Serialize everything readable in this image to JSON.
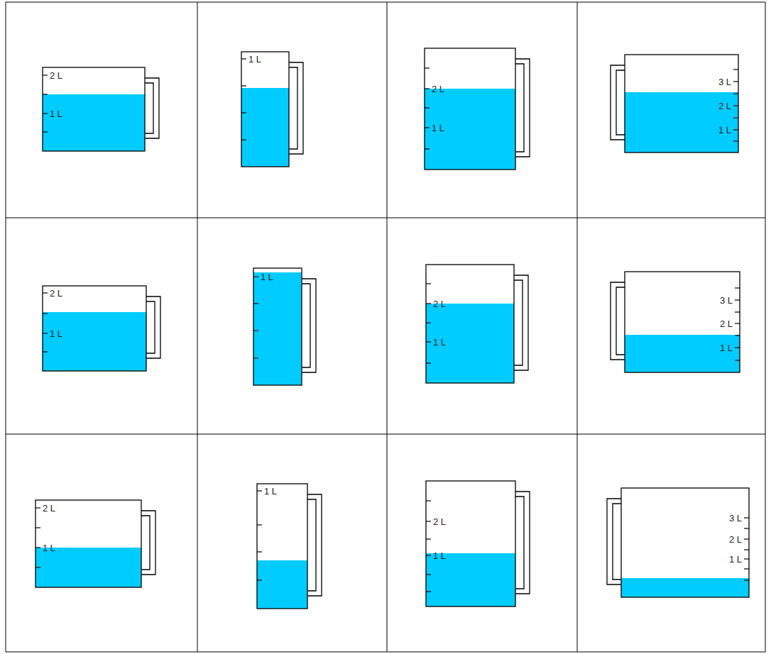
{
  "diagram": {
    "labels": [
      "2 L",
      "1 L",
      "1 L",
      "2 L",
      "1 L",
      "3 L",
      "2 L",
      "1 L",
      "2 L",
      "1 L",
      "1 L",
      "2 L",
      "1 L",
      "3 L",
      "2 L",
      "1 L",
      "2 L",
      "1 L",
      "1 L",
      "2 L",
      "1 L",
      "3 L",
      "2 L",
      "1 L"
    ]
  }
}
